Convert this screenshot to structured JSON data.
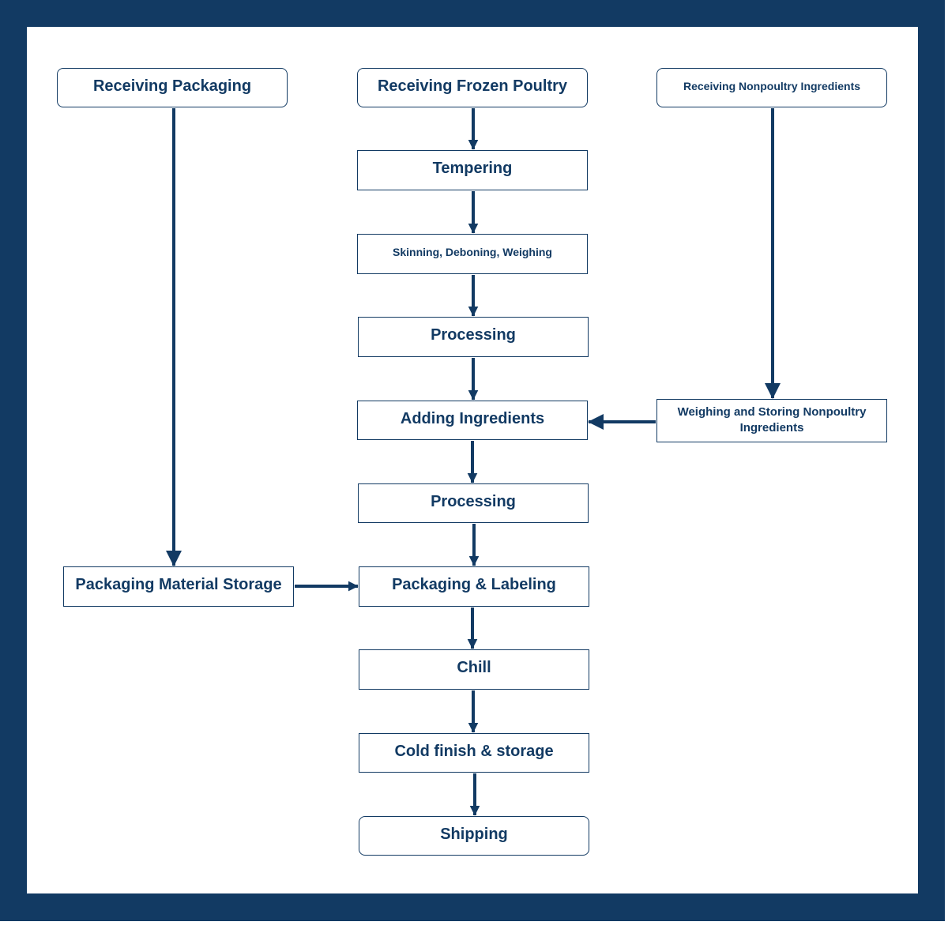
{
  "colors": {
    "frame": "#123a63",
    "node_border": "#123a63",
    "node_text": "#123a63",
    "arrow": "#123a63",
    "background": "#ffffff"
  },
  "nodes": {
    "receiving_packaging": "Receiving Packaging",
    "receiving_frozen_poultry": "Receiving Frozen Poultry",
    "receiving_nonpoultry": "Receiving Nonpoultry Ingredients",
    "tempering": "Tempering",
    "skinning": "Skinning, Deboning, Weighing",
    "processing_1": "Processing",
    "adding_ingredients": "Adding Ingredients",
    "weighing_storing": "Weighing and Storing Nonpoultry Ingredients",
    "processing_2": "Processing",
    "packaging_material_storage": "Packaging Material Storage",
    "packaging_labeling": "Packaging & Labeling",
    "chill": "Chill",
    "cold_finish": "Cold finish & storage",
    "shipping": "Shipping"
  },
  "edges": [
    {
      "from": "receiving_frozen_poultry",
      "to": "tempering"
    },
    {
      "from": "tempering",
      "to": "skinning"
    },
    {
      "from": "skinning",
      "to": "processing_1"
    },
    {
      "from": "processing_1",
      "to": "adding_ingredients"
    },
    {
      "from": "adding_ingredients",
      "to": "processing_2"
    },
    {
      "from": "processing_2",
      "to": "packaging_labeling"
    },
    {
      "from": "packaging_labeling",
      "to": "chill"
    },
    {
      "from": "chill",
      "to": "cold_finish"
    },
    {
      "from": "cold_finish",
      "to": "shipping"
    },
    {
      "from": "receiving_packaging",
      "to": "packaging_material_storage"
    },
    {
      "from": "packaging_material_storage",
      "to": "packaging_labeling"
    },
    {
      "from": "receiving_nonpoultry",
      "to": "weighing_storing"
    },
    {
      "from": "weighing_storing",
      "to": "adding_ingredients"
    }
  ]
}
